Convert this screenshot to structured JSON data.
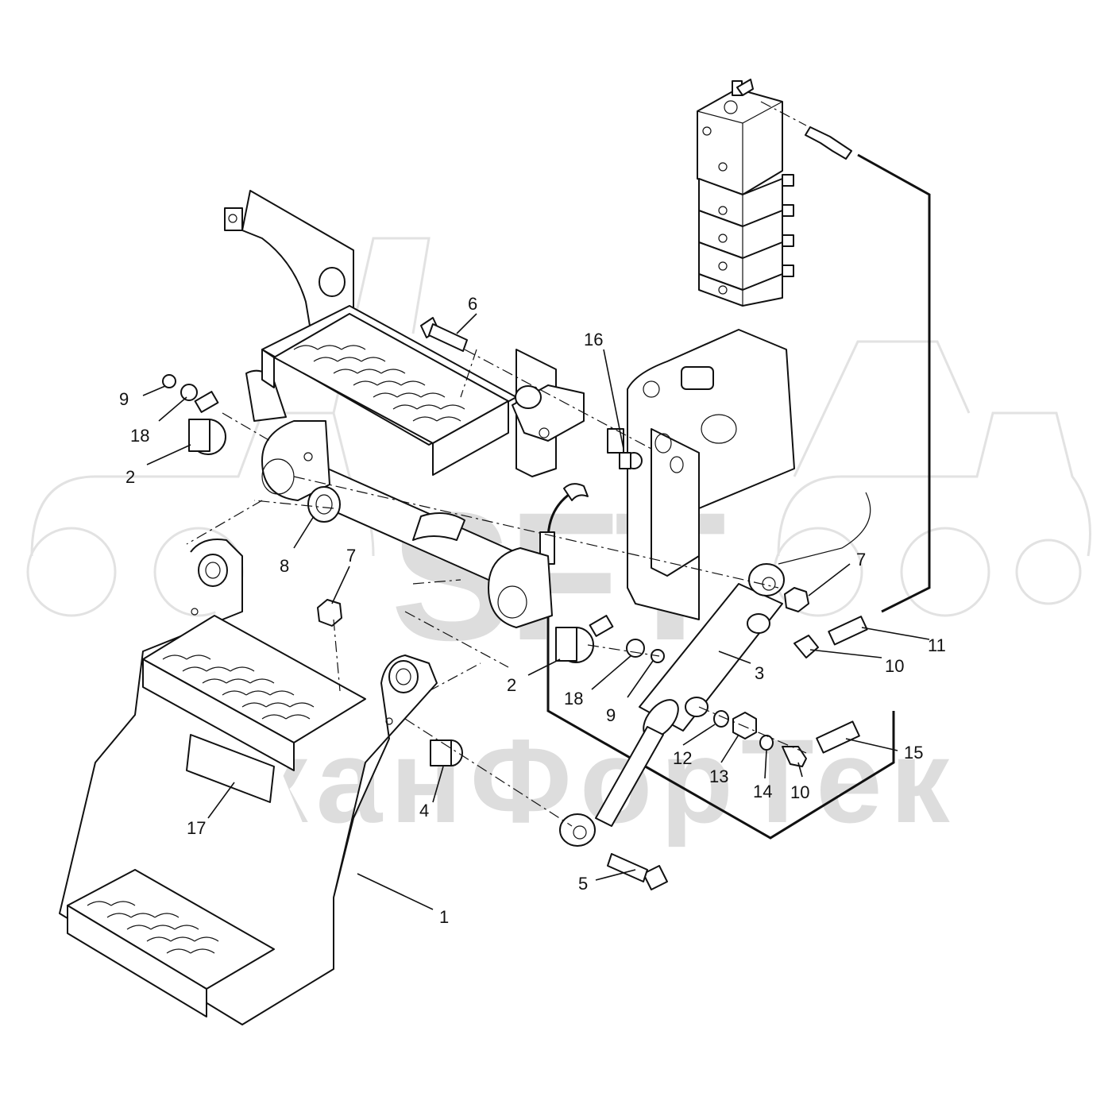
{
  "watermark": {
    "logo": "SFT",
    "company": "СканФорТек"
  },
  "callouts": [
    {
      "id": "c1",
      "label": "1"
    },
    {
      "id": "c2a",
      "label": "2"
    },
    {
      "id": "c2b",
      "label": "2"
    },
    {
      "id": "c3",
      "label": "3"
    },
    {
      "id": "c4",
      "label": "4"
    },
    {
      "id": "c5",
      "label": "5"
    },
    {
      "id": "c6",
      "label": "6"
    },
    {
      "id": "c7a",
      "label": "7"
    },
    {
      "id": "c7b",
      "label": "7"
    },
    {
      "id": "c8",
      "label": "8"
    },
    {
      "id": "c9a",
      "label": "9"
    },
    {
      "id": "c9b",
      "label": "9"
    },
    {
      "id": "c10a",
      "label": "10"
    },
    {
      "id": "c10b",
      "label": "10"
    },
    {
      "id": "c11",
      "label": "11"
    },
    {
      "id": "c12",
      "label": "12"
    },
    {
      "id": "c13",
      "label": "13"
    },
    {
      "id": "c14",
      "label": "14"
    },
    {
      "id": "c15",
      "label": "15"
    },
    {
      "id": "c16",
      "label": "16"
    },
    {
      "id": "c17",
      "label": "17"
    },
    {
      "id": "c18a",
      "label": "18"
    },
    {
      "id": "c18b",
      "label": "18"
    }
  ]
}
